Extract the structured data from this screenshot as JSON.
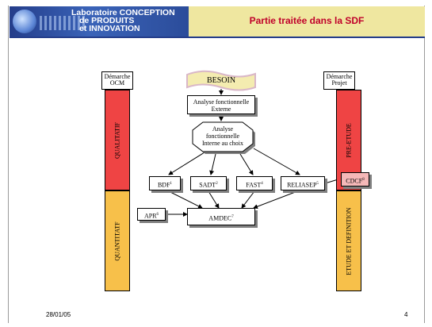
{
  "header": {
    "lab_lines": [
      "Laboratoire CONCEPTION",
      "de PRODUITS",
      "et INNOVATION"
    ],
    "slide_title": "Partie traitée dans la SDF"
  },
  "left_column": {
    "label_lines": [
      "Démarche",
      "OCM"
    ],
    "top_section": "QUALITATIF",
    "bottom_section": "QUANTITATF",
    "top_color": "#ef4444",
    "bottom_color": "#f7c04a"
  },
  "right_column": {
    "label_lines": [
      "Démarche",
      "Projet"
    ],
    "top_section": "PRE-ETUDE",
    "bottom_section": "ETUDE ET DEFINITION",
    "top_color": "#ef4444",
    "bottom_color": "#f7c04a"
  },
  "flow": {
    "besoin": "BESOIN",
    "analyse_externe": [
      "Analyse fonctionnelle",
      "Externe"
    ],
    "analyse_interne": [
      "Analyse",
      "fonctionnelle",
      "Interne au choix"
    ],
    "methods": [
      {
        "label": "BDF",
        "sup": "1"
      },
      {
        "label": "SADT",
        "sup": "2"
      },
      {
        "label": "FAST",
        "sup": "4"
      },
      {
        "label": "RELIASEP",
        "sup": "5"
      }
    ],
    "cdcf": {
      "label": "CDCF",
      "sup": "8"
    },
    "apr": {
      "label": "APR",
      "sup": "6"
    },
    "amdec": {
      "label": "AMDEC",
      "sup": "7"
    }
  },
  "footer": {
    "date": "28/01/05",
    "page": "4"
  }
}
